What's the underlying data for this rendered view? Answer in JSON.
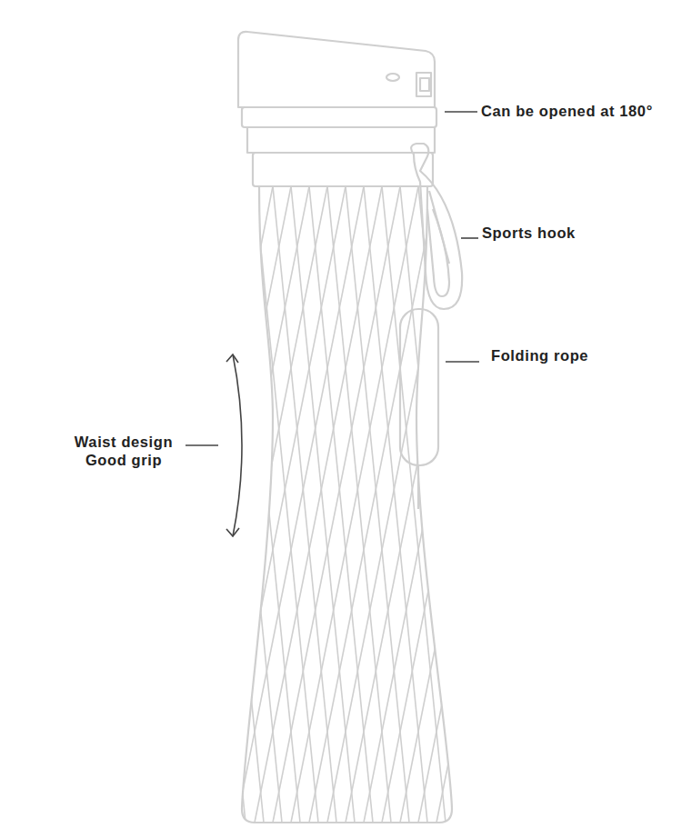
{
  "diagram": {
    "labels": [
      "Can be opened at 180°",
      "Sports hook",
      "Folding rope",
      "Waist design Good grip"
    ]
  }
}
